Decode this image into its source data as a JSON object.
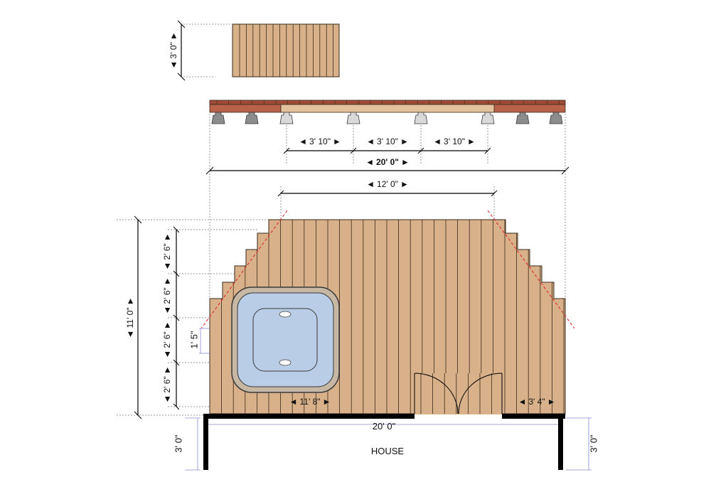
{
  "colors": {
    "board": "#d8b089",
    "board_stroke": "#3a2a1a",
    "fascia_brown": "#b8624a",
    "beam": "#e2c19c",
    "block_grey": "#8c8c8c",
    "block_light": "#d9d9d9",
    "tub_shell": "#c7b7a5",
    "tub_water": "#b9cde6",
    "guide_red": "#e02020",
    "house_wall": "#000000",
    "dim_line": "#000000",
    "ext_line": "#7a7a7a"
  },
  "icons": {
    "arrow_left": "◄",
    "arrow_right": "►",
    "arrow_up": "▲",
    "arrow_down": "▼"
  },
  "step_detail": {
    "height_label": "3' 0\""
  },
  "elevation": {
    "span_labels": [
      "3' 10\"",
      "3' 10\"",
      "3' 10\""
    ],
    "overall_label": "20' 0\""
  },
  "plan_view": {
    "top_width_label": "12' 0\"",
    "depth_label": "11' 0\"",
    "step_labels": [
      "2' 6\"",
      "2' 6\"",
      "2' 6\"",
      "2' 6\""
    ],
    "tub_offset_label": "1' 5\"",
    "tub_clear_label": "11' 8\"",
    "right_clear_label": "3' 4\""
  },
  "house": {
    "label": "HOUSE",
    "width_label": "20' 0\"",
    "left_return_label": "3' 0\"",
    "right_return_label": "3' 0\""
  }
}
